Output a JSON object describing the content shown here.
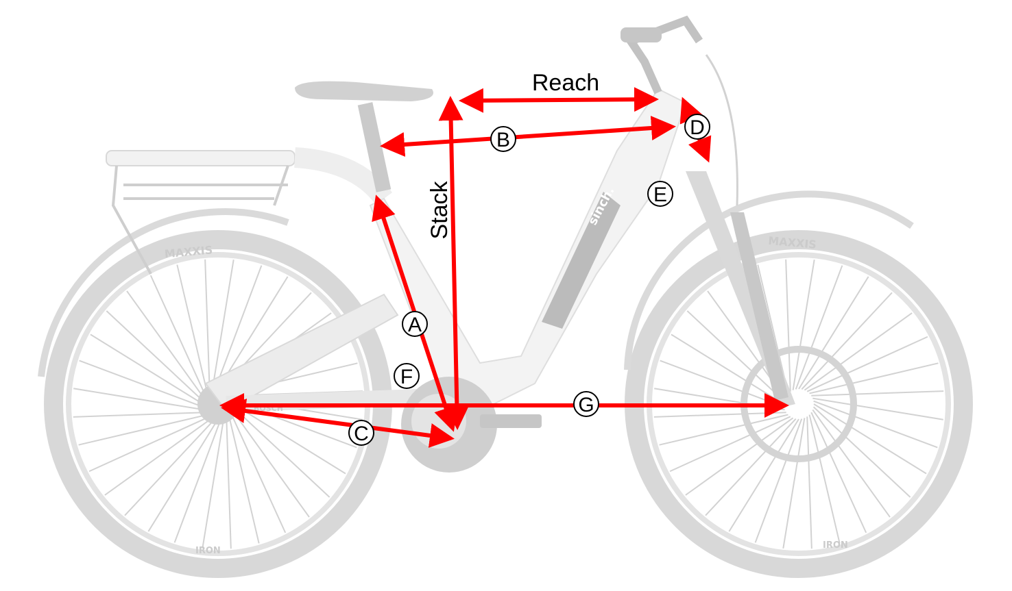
{
  "diagram": {
    "labels": {
      "reach": "Reach",
      "stack": "Stack",
      "a": "A",
      "b": "B",
      "c": "C",
      "d": "D",
      "e": "E",
      "f": "F",
      "g": "G"
    },
    "bike_logos": {
      "tire_brand": "MAXXIS",
      "frame_brand": "sinch.",
      "tire_model": "IRON",
      "motor_brand": "BOSCH"
    },
    "colors": {
      "dimension_lines": "#ff0000",
      "bike": "#d9d9d9"
    }
  }
}
